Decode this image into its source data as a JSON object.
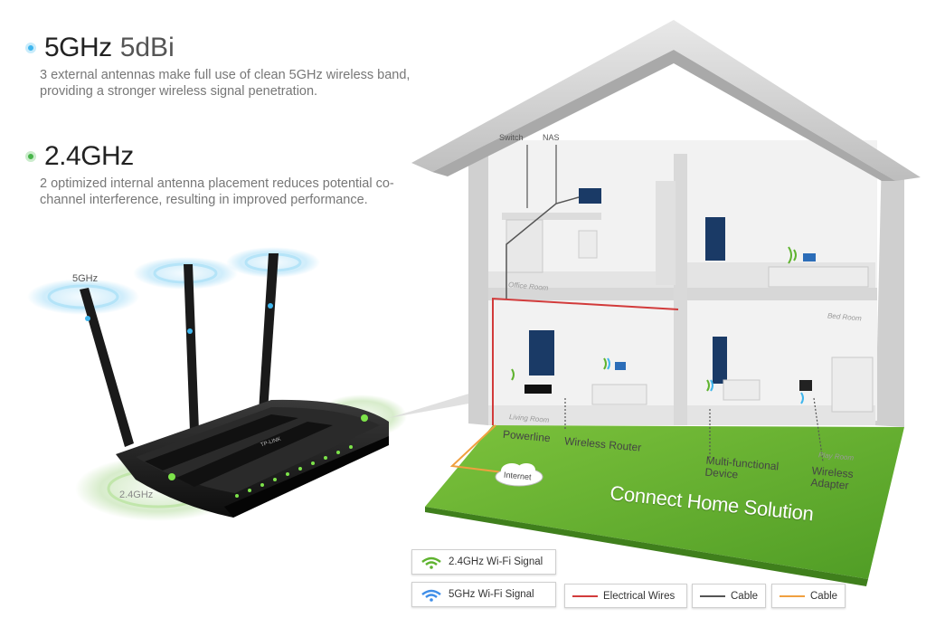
{
  "features": [
    {
      "main": "5GHz",
      "sub": "5dBi",
      "description": "3 external antennas make full use of clean 5GHz wireless band, providing a stronger wireless signal penetration."
    },
    {
      "main": "2.4GHz",
      "sub": "",
      "description": "2 optimized internal antenna placement reduces potential co-channel interference, resulting in improved performance."
    }
  ],
  "router": {
    "label_5ghz": "5GHz",
    "label_24ghz": "2.4GHz",
    "brand": "TP-LINK"
  },
  "house": {
    "title": "Connect Home Solution",
    "rooms": {
      "office": "Office Room",
      "bed": "Bed Room",
      "living": "Living Room",
      "play": "Play Room"
    },
    "devices": {
      "switch": "Switch",
      "nas": "NAS",
      "powerline": "Powerline",
      "router": "Wireless Router",
      "mfd_line1": "Multi-functional",
      "mfd_line2": "Device",
      "adapter_line1": "Wireless",
      "adapter_line2": "Adapter",
      "internet": "Internet"
    }
  },
  "legend": {
    "wifi24": "2.4GHz Wi-Fi Signal",
    "wifi5": "5GHz Wi-Fi Signal",
    "electrical": "Electrical Wires",
    "cable_dark": "Cable",
    "cable_orange": "Cable"
  },
  "colors": {
    "green": "#5fb32f",
    "blue": "#3fb6ee",
    "electrical": "#d23b3b",
    "cable_dark": "#555555",
    "cable_orange": "#f0a040"
  }
}
